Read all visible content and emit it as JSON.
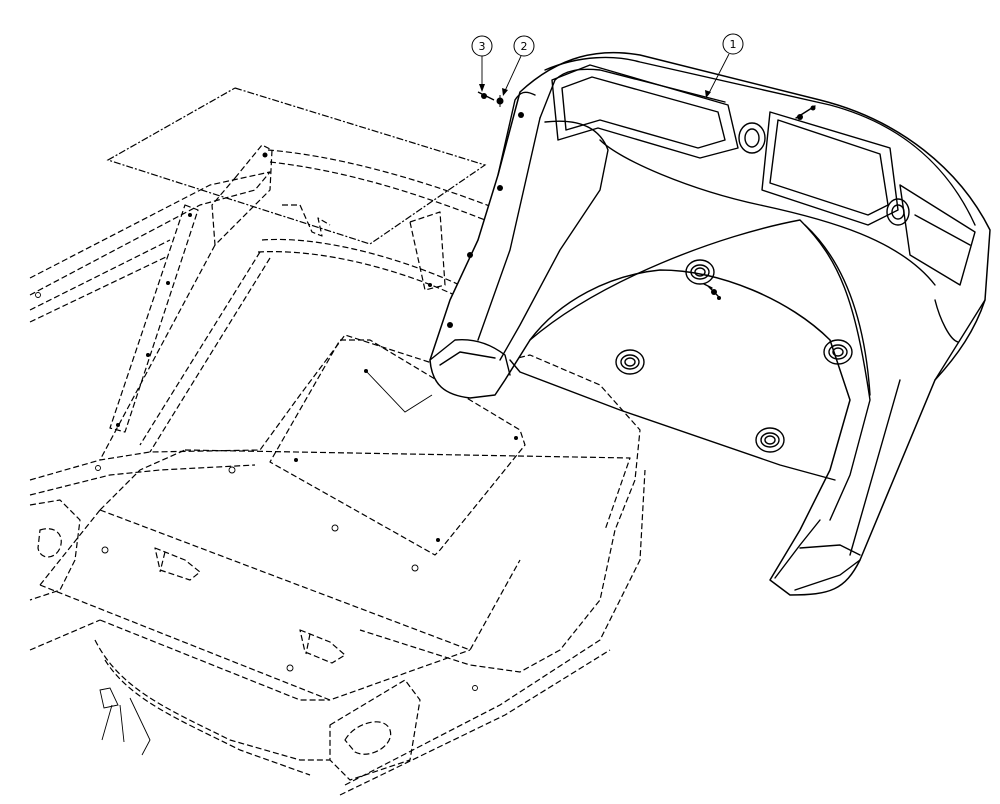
{
  "diagram": {
    "callouts": [
      {
        "number": "1"
      },
      {
        "number": "2"
      },
      {
        "number": "3"
      }
    ]
  }
}
